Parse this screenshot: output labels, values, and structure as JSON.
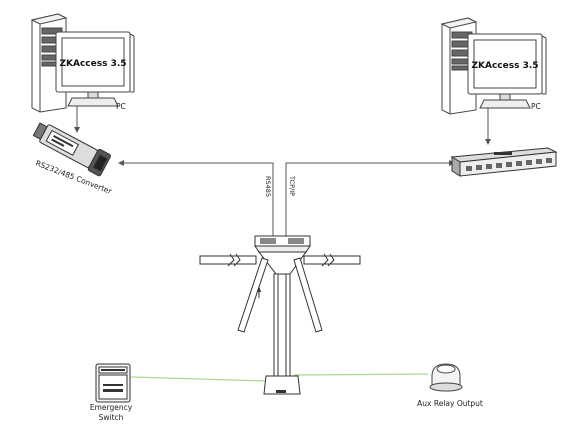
{
  "pc_left": {
    "screen_text": "ZKAccess 3.5",
    "caption": "PC"
  },
  "pc_right": {
    "screen_text": "ZKAccess 3.5",
    "caption": "PC"
  },
  "converter": {
    "caption": "RS232/485 Converter"
  },
  "links": {
    "rs485": "RS485",
    "tcpip": "TCP/IP"
  },
  "emergency": {
    "line1": "Emergency",
    "line2": "Switch"
  },
  "aux": {
    "caption": "Aux Relay Output"
  },
  "colors": {
    "line": "#555555",
    "green_wire": "#a6d98a",
    "outline": "#444444"
  }
}
